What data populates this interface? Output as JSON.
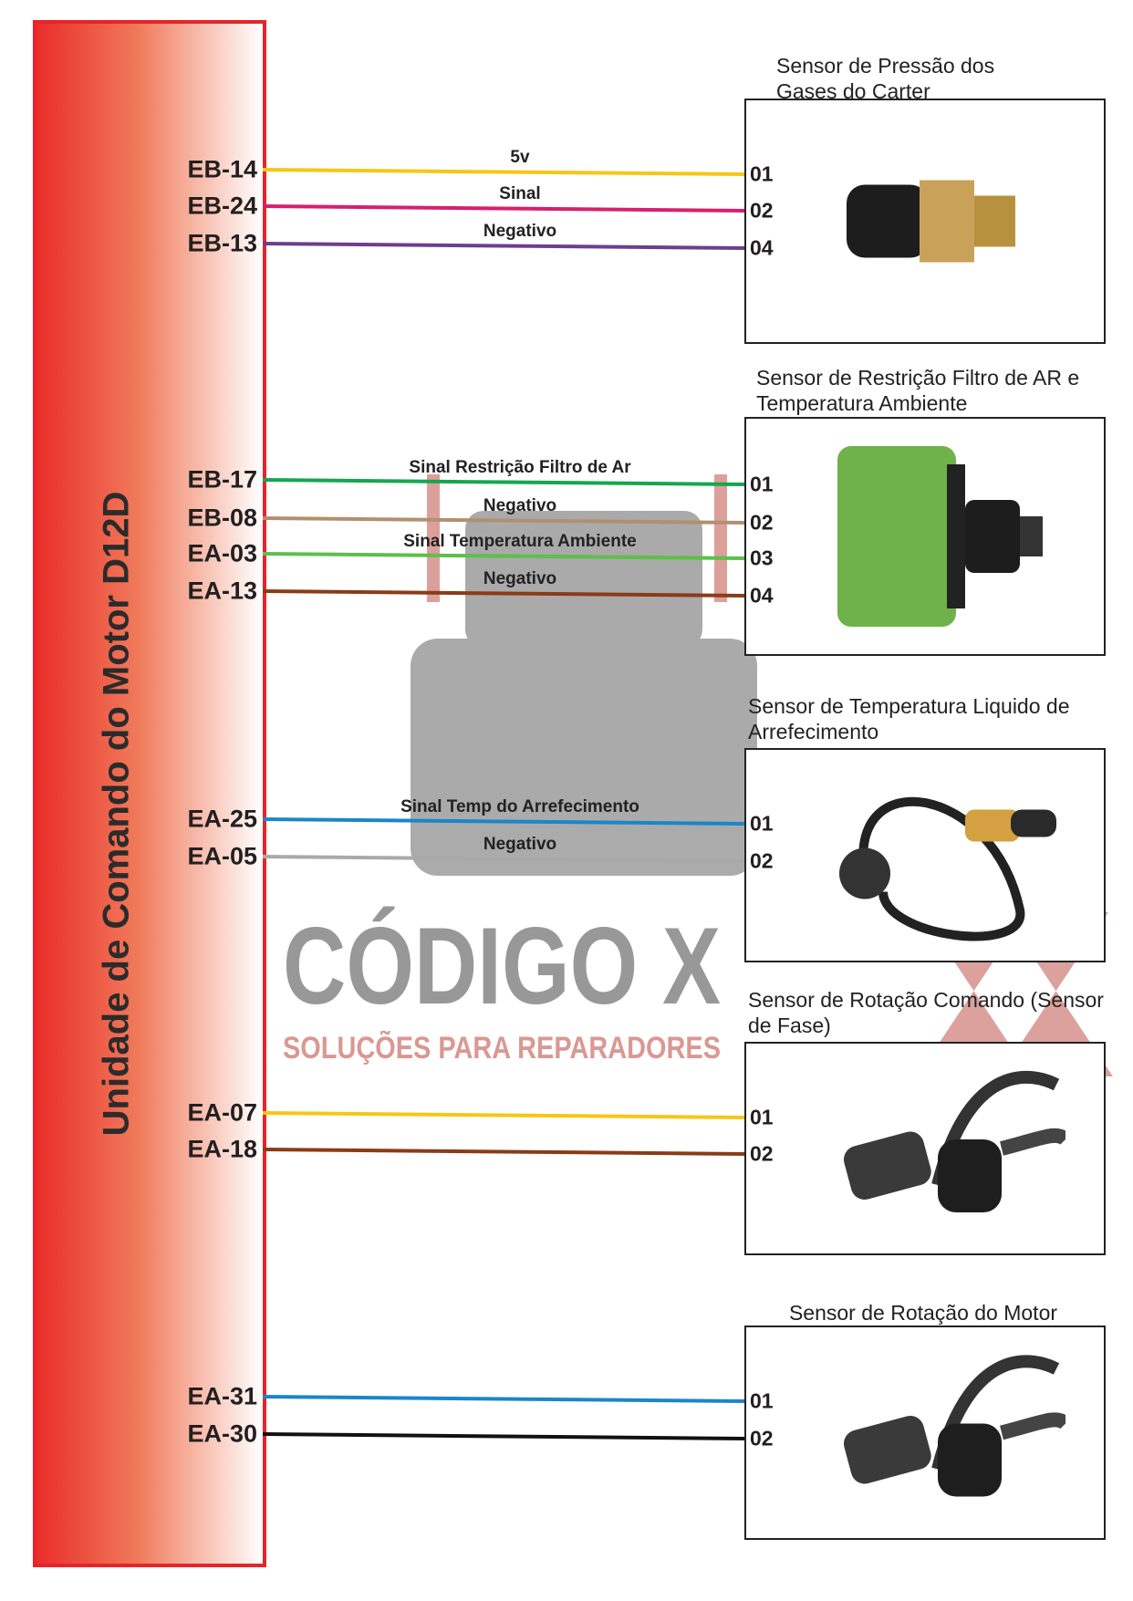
{
  "ecu_title": "Unidade de Comando do Motor D12D",
  "watermark": {
    "brand": "CÓDIGO X",
    "tagline": "SOLUÇÕES PARA REPARADORES"
  },
  "sensors": [
    {
      "title": "Sensor de Pressão dos Gases do Carter",
      "icon": "pressure-sensor-photo",
      "wires": [
        {
          "ecu_pin": "EB-14",
          "label": "5v",
          "sensor_pin": "01",
          "color": "#f7c614"
        },
        {
          "ecu_pin": "EB-24",
          "label": "Sinal",
          "sensor_pin": "02",
          "color": "#d6206e"
        },
        {
          "ecu_pin": "EB-13",
          "label": "Negativo",
          "sensor_pin": "04",
          "color": "#6b3f8e"
        }
      ]
    },
    {
      "title": "Sensor de Restrição Filtro de AR e Temperatura Ambiente",
      "icon": "air-filter-sensor-photo",
      "wires": [
        {
          "ecu_pin": "EB-17",
          "label": "Sinal Restrição Filtro de Ar",
          "sensor_pin": "01",
          "color": "#16a64f"
        },
        {
          "ecu_pin": "EB-08",
          "label": "Negativo",
          "sensor_pin": "02",
          "color": "#b09070"
        },
        {
          "ecu_pin": "EA-03",
          "label": "Sinal Temperatura Ambiente",
          "sensor_pin": "03",
          "color": "#5cc04a"
        },
        {
          "ecu_pin": "EA-13",
          "label": "Negativo",
          "sensor_pin": "04",
          "color": "#8a3b18"
        }
      ]
    },
    {
      "title": "Sensor de Temperatura Liquido de Arrefecimento",
      "icon": "coolant-sensor-photo",
      "wires": [
        {
          "ecu_pin": "EA-25",
          "label": "Sinal Temp do Arrefecimento",
          "sensor_pin": "01",
          "color": "#1b86c8"
        },
        {
          "ecu_pin": "EA-05",
          "label": "Negativo",
          "sensor_pin": "02",
          "color": "#a9a9a9"
        }
      ]
    },
    {
      "title": "Sensor de Rotação Comando (Sensor de Fase)",
      "icon": "phase-sensor-photo",
      "wires": [
        {
          "ecu_pin": "EA-07",
          "label": "",
          "sensor_pin": "01",
          "color": "#f7c614"
        },
        {
          "ecu_pin": "EA-18",
          "label": "",
          "sensor_pin": "02",
          "color": "#8a3b18"
        }
      ]
    },
    {
      "title": "Sensor de Rotação do Motor",
      "icon": "engine-speed-sensor-photo",
      "wires": [
        {
          "ecu_pin": "EA-31",
          "label": "",
          "sensor_pin": "01",
          "color": "#1b86c8"
        },
        {
          "ecu_pin": "EA-30",
          "label": "",
          "sensor_pin": "02",
          "color": "#111111"
        }
      ]
    }
  ]
}
